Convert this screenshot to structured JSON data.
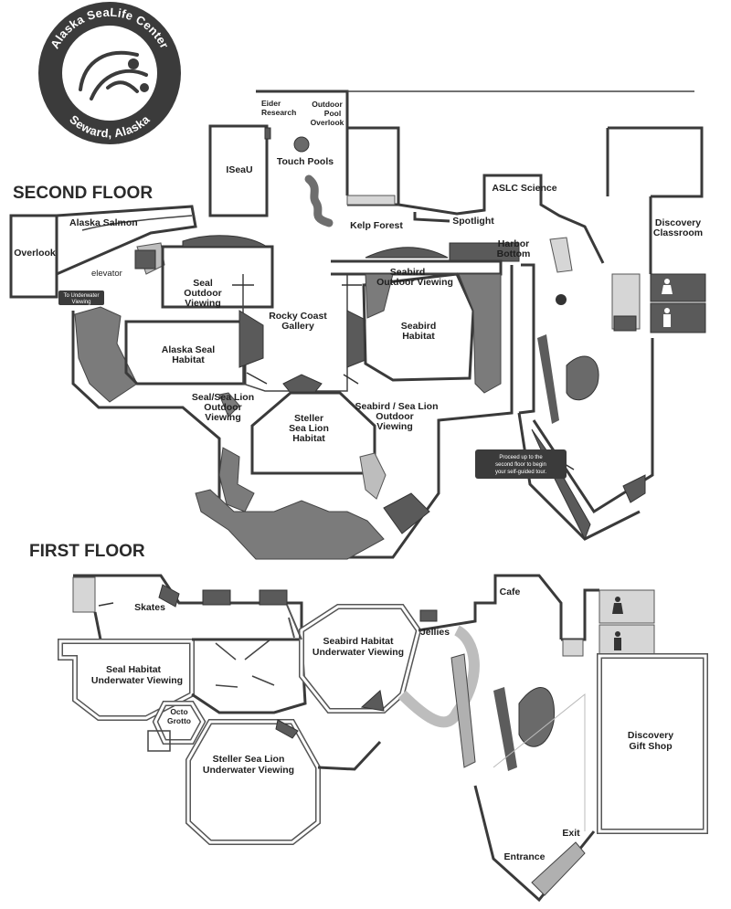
{
  "logo": {
    "ring_top": "Alaska SeaLife Center",
    "ring_bottom": "Seward, Alaska",
    "colors": {
      "ring": "#3b3b3b",
      "inner": "#ffffff"
    },
    "icon": "seal-and-bird-emblem-icon"
  },
  "second_floor": {
    "title": "SECOND FLOOR",
    "labels": {
      "eider_1": "Eider",
      "eider_2": "Research",
      "outdoor_pool_1": "Outdoor",
      "outdoor_pool_2": "Pool",
      "outdoor_pool_3": "Overlook",
      "touch_pools": "Touch Pools",
      "iseau": "ISeaU",
      "alaska_salmon": "Alaska Salmon",
      "overlook": "Overlook",
      "elevator": "elevator",
      "to_underwater_1": "To Underwater",
      "to_underwater_2": "Viewing",
      "seal_outdoor_1": "Seal",
      "seal_outdoor_2": "Outdoor",
      "seal_outdoor_3": "Viewing",
      "alaska_seal_1": "Alaska Seal",
      "alaska_seal_2": "Habitat",
      "rocky_coast_1": "Rocky Coast",
      "rocky_coast_2": "Gallery",
      "kelp_forest": "Kelp Forest",
      "spotlight": "Spotlight",
      "aslc_science": "ASLC Science",
      "harbor_bottom_1": "Harbor",
      "harbor_bottom_2": "Bottom",
      "seabird_outdoor_1": "Seabird",
      "seabird_outdoor_2": "Outdoor Viewing",
      "seabird_habitat_1": "Seabird",
      "seabird_habitat_2": "Habitat",
      "discovery_classroom_1": "Discovery",
      "discovery_classroom_2": "Classroom",
      "seal_sealion_1": "Seal/Sea Lion",
      "seal_sealion_2": "Outdoor",
      "seal_sealion_3": "Viewing",
      "steller_1": "Steller",
      "steller_2": "Sea Lion",
      "steller_3": "Habitat",
      "seabird_sealion_1": "Seabird / Sea Lion",
      "seabird_sealion_2": "Outdoor",
      "seabird_sealion_3": "Viewing",
      "proceed_1": "Proceed up to the",
      "proceed_2": "second floor to begin",
      "proceed_3": "your self-guided tour."
    }
  },
  "first_floor": {
    "title": "FIRST FLOOR",
    "labels": {
      "skates": "Skates",
      "jellies": "Jellies",
      "cafe": "Cafe",
      "seal_uw_1": "Seal Habitat",
      "seal_uw_2": "Underwater Viewing",
      "seabird_uw_1": "Seabird Habitat",
      "seabird_uw_2": "Underwater Viewing",
      "octo_1": "Octo",
      "octo_2": "Grotto",
      "steller_uw_1": "Steller Sea Lion",
      "steller_uw_2": "Underwater Viewing",
      "gift_1": "Discovery",
      "gift_2": "Gift Shop",
      "exit": "Exit",
      "entrance": "Entrance"
    }
  },
  "icons": [
    "restroom-women-icon",
    "restroom-men-icon",
    "direction-arrow-icon",
    "stairs-icon"
  ]
}
